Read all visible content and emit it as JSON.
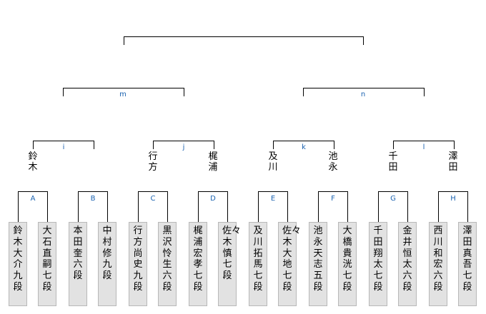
{
  "players": [
    {
      "name": "鈴木大介九段"
    },
    {
      "name": "大石直嗣七段"
    },
    {
      "name": "本田　奎六段"
    },
    {
      "name": "中村　修九段"
    },
    {
      "name": "行方尚史九段"
    },
    {
      "name": "黒沢怜生六段"
    },
    {
      "name": "梶浦宏孝七段"
    },
    {
      "name": "佐々木　慎七段"
    },
    {
      "name": "及川拓馬七段"
    },
    {
      "name": "佐々木大地七段"
    },
    {
      "name": "池永天志五段"
    },
    {
      "name": "大橋貴洸七段"
    },
    {
      "name": "千田翔太七段"
    },
    {
      "name": "金井恒太六段"
    },
    {
      "name": "西川和宏六段"
    },
    {
      "name": "澤田真吾七段"
    }
  ],
  "round1": {
    "labels": [
      "A",
      "B",
      "C",
      "D",
      "E",
      "F",
      "G",
      "H"
    ]
  },
  "round2": {
    "labels": [
      "i",
      "j",
      "k",
      "l"
    ],
    "advancers": [
      "鈴木",
      "行方",
      "梶浦",
      "及川",
      "池永",
      "千田",
      "澤田"
    ]
  },
  "round3": {
    "labels": [
      "m",
      "n"
    ]
  }
}
